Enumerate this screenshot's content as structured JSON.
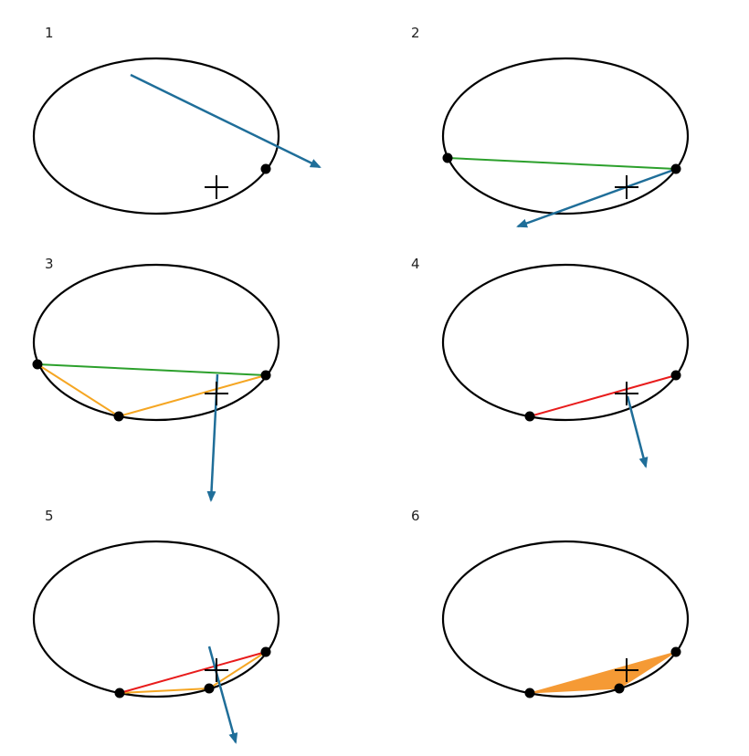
{
  "panels": [
    {
      "label": "1"
    },
    {
      "label": "2"
    },
    {
      "label": "3"
    },
    {
      "label": "4"
    },
    {
      "label": "5"
    },
    {
      "label": "6"
    }
  ],
  "colors": {
    "ellipse": "#000000",
    "arrow": "#1f6e99",
    "chord": "#2ca02c",
    "guide": "#f5a623",
    "edge": "#e81c1c",
    "fill": "#f59a35",
    "point": "#000000",
    "cross": "#000000"
  },
  "icons": {
    "arrow": "arrow-icon",
    "cross": "target-cross-icon",
    "point": "point-dot-icon"
  }
}
